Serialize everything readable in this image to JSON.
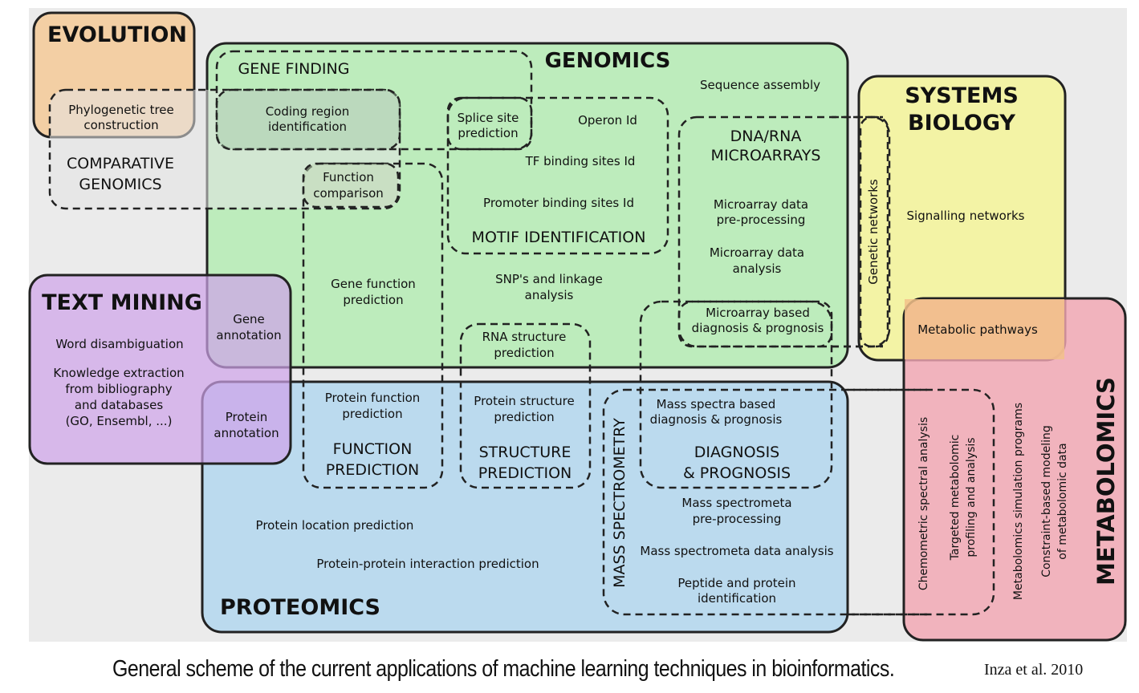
{
  "caption": "General scheme of the current applications of machine learning techniques in bioinformatics.",
  "citation": "Inza et al. 2010",
  "colors": {
    "background": "#ebebeb",
    "evolution": "#f4cc9c",
    "genomics": "#b9ecb7",
    "systems_biology": "#f3f3a5",
    "text_mining": "#cfa3ea",
    "proteomics": "#b6d8ee",
    "metabolomics": "#f2a6b2",
    "border": "#222222"
  },
  "domains": {
    "evolution": "EVOLUTION",
    "genomics": "GENOMICS",
    "systems_biology": [
      "SYSTEMS",
      "BIOLOGY"
    ],
    "text_mining": "TEXT MINING",
    "proteomics": "PROTEOMICS",
    "metabolomics": "METABOLOMICS"
  },
  "groups": {
    "gene_finding": "GENE FINDING",
    "comparative_genomics": [
      "COMPARATIVE",
      "GENOMICS"
    ],
    "motif_identification": "MOTIF IDENTIFICATION",
    "microarrays": [
      "DNA/RNA",
      "MICROARRAYS"
    ],
    "function_prediction": [
      "FUNCTION",
      "PREDICTION"
    ],
    "structure_prediction": [
      "STRUCTURE",
      "PREDICTION"
    ],
    "diagnosis_prognosis": [
      "DIAGNOSIS",
      "& PROGNOSIS"
    ],
    "mass_spectrometry": "MASS SPECTROMETRY",
    "genetic_networks": "Genetic networks"
  },
  "tasks": {
    "phylogenetic_tree": [
      "Phylogenetic tree",
      "construction"
    ],
    "coding_region": [
      "Coding region",
      "identification"
    ],
    "splice_site": [
      "Splice site",
      "prediction"
    ],
    "operon_id": "Operon Id",
    "sequence_assembly": "Sequence assembly",
    "function_comparison": [
      "Function",
      "comparison"
    ],
    "tf_binding": "TF binding sites Id",
    "promoter_binding": "Promoter binding sites Id",
    "microarray_preprocessing": [
      "Microarray data",
      "pre-processing"
    ],
    "microarray_analysis": [
      "Microarray data",
      "analysis"
    ],
    "gene_function_prediction": [
      "Gene function",
      "prediction"
    ],
    "snp_linkage": [
      "SNP's and linkage",
      "analysis"
    ],
    "microarray_diagnosis": [
      "Microarray based",
      "diagnosis & prognosis"
    ],
    "rna_structure": [
      "RNA structure",
      "prediction"
    ],
    "gene_annotation": [
      "Gene",
      "annotation"
    ],
    "word_disambiguation": "Word disambiguation",
    "knowledge_extraction": [
      "Knowledge extraction",
      "from bibliography",
      "and databases",
      "(GO, Ensembl, ...)"
    ],
    "signalling_networks": "Signalling networks",
    "metabolic_pathways": "Metabolic pathways",
    "protein_annotation": [
      "Protein",
      "annotation"
    ],
    "protein_function_prediction": [
      "Protein function",
      "prediction"
    ],
    "protein_structure_prediction": [
      "Protein structure",
      "prediction"
    ],
    "mass_spectra_diagnosis": [
      "Mass spectra based",
      "diagnosis & prognosis"
    ],
    "mass_spec_preprocessing": [
      "Mass spectrometa",
      "pre-processing"
    ],
    "mass_spec_analysis": "Mass spectrometa data analysis",
    "peptide_identification": [
      "Peptide and protein",
      "identification"
    ],
    "protein_location": "Protein location prediction",
    "ppi_prediction": "Protein-protein interaction prediction",
    "chemometric": "Chemometric spectral analysis",
    "targeted_metabolomic": [
      "Targeted metabolomic",
      "profiling and analysis"
    ],
    "metabolomics_simulation": "Metabolomics simulation programs",
    "constraint_modeling": [
      "Constraint-based modeling",
      "of metabolomic data"
    ]
  }
}
